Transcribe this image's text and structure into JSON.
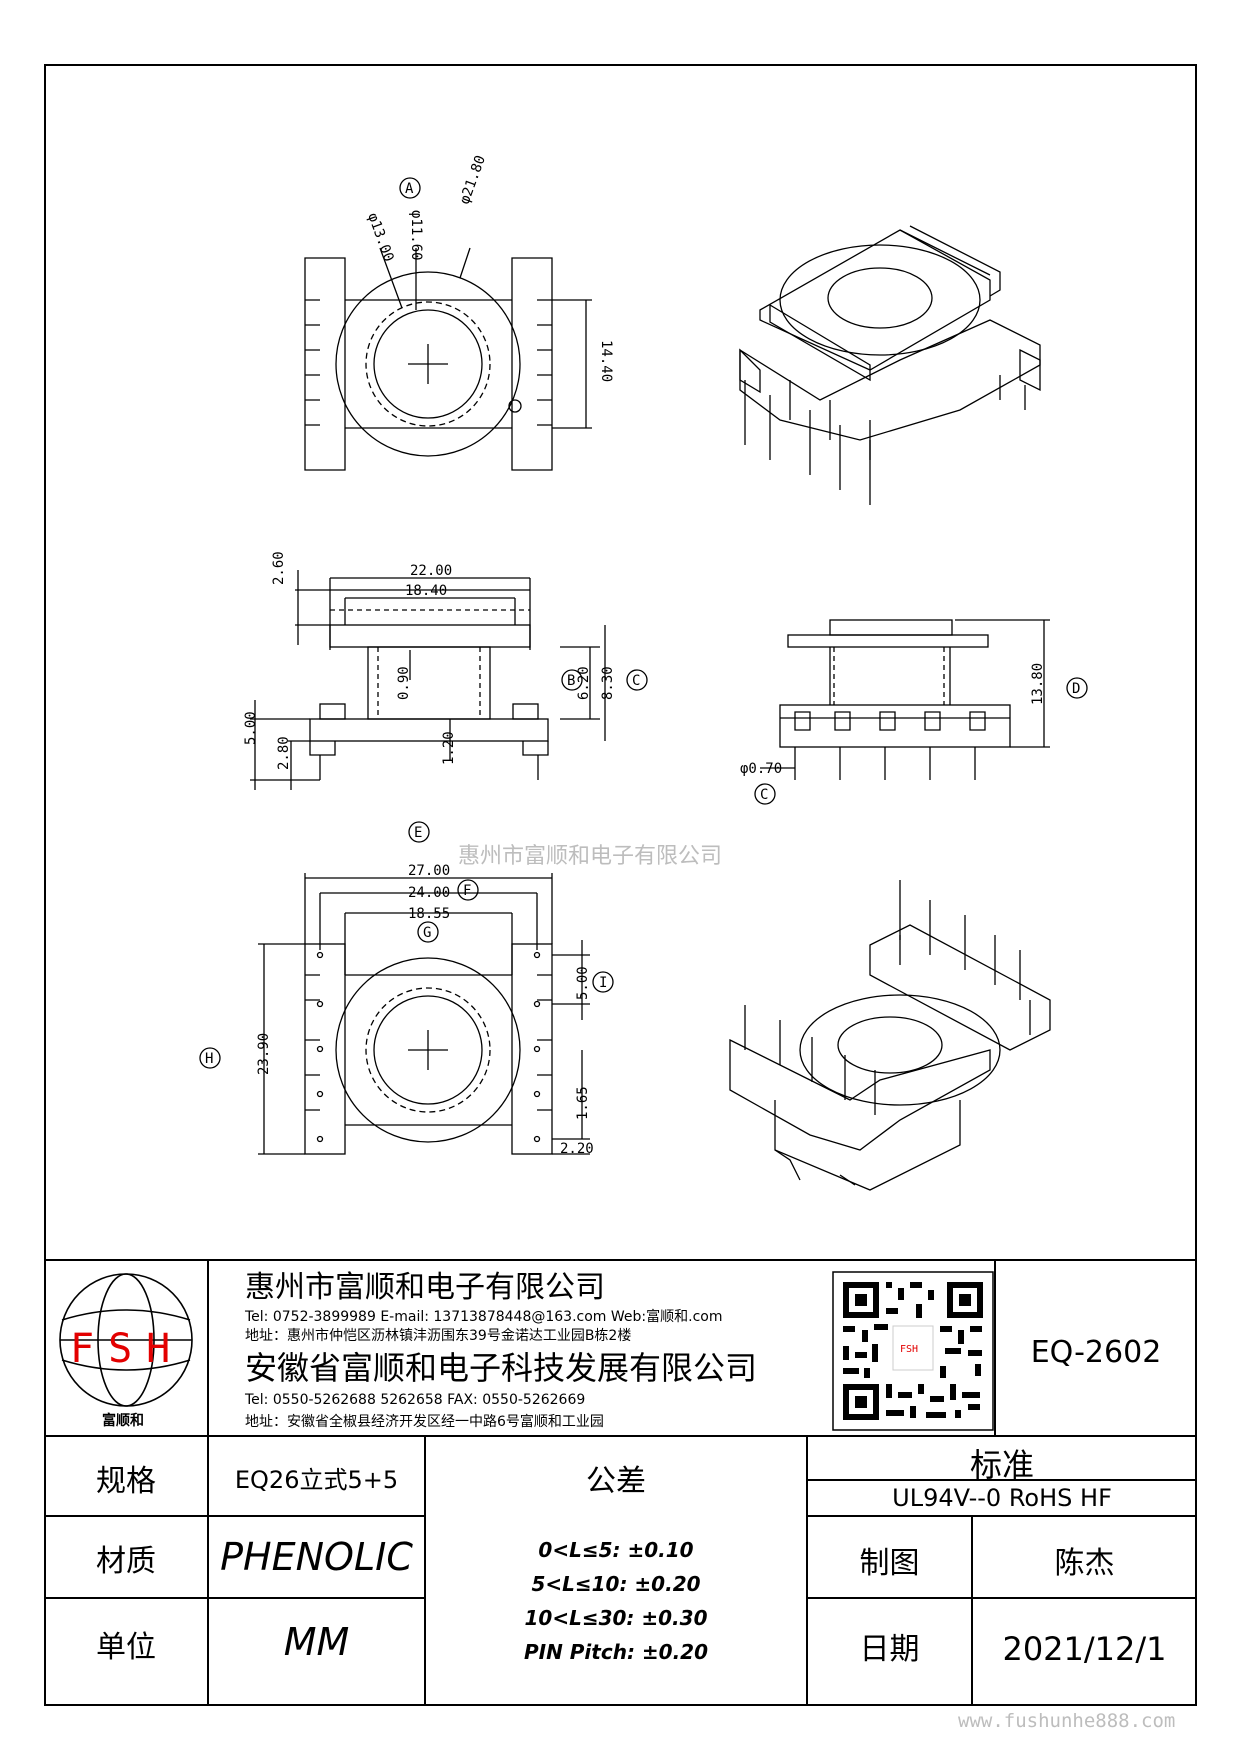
{
  "drawing": {
    "callouts": [
      "A",
      "B",
      "C",
      "C",
      "D",
      "E",
      "F",
      "G",
      "H",
      "I"
    ],
    "dimensions": {
      "top_view": [
        "φ13.00",
        "φ11.60",
        "φ21.80",
        "14.40"
      ],
      "side_view": [
        "22.00",
        "18.40",
        "2.60",
        "0.90",
        "6.20",
        "8.30",
        "5.00",
        "2.80",
        "1.20"
      ],
      "right_side_view": [
        "13.80",
        "φ0.70"
      ],
      "bottom_view": [
        "27.00",
        "24.00",
        "18.55",
        "23.90",
        "5.00",
        "1.65",
        "2.20"
      ]
    },
    "watermark": "惠州市富顺和电子有限公司"
  },
  "title_block": {
    "logo_letters": "FSH",
    "logo_caption": "富顺和",
    "company1": {
      "name": "惠州市富顺和电子有限公司",
      "contact": "Tel:  0752-3899989  E-mail: 13713878448@163.com  Web:富顺和.com",
      "address": "地址：惠州市仲恺区沥林镇沣沥围东39号金诺达工业园B栋2楼"
    },
    "company2": {
      "name": "安徽省富顺和电子科技发展有限公司",
      "contact": "Tel:  0550-5262688  5262658    FAX: 0550-5262669",
      "address": "地址：安徽省全椒县经济开发区经一中路6号富顺和工业园"
    },
    "qr_badge": "FSH",
    "part_number": "EQ-2602",
    "rows": {
      "spec_label": "规格",
      "spec_value": "EQ26立式5+5",
      "material_label": "材质",
      "material_value": "PHENOLIC",
      "unit_label": "单位",
      "unit_value": "MM",
      "tolerance_label": "公差",
      "tolerances": [
        "0<L≤5: ±0.10",
        "5<L≤10: ±0.20",
        "10<L≤30: ±0.30",
        "PIN Pitch: ±0.20"
      ],
      "standard_label": "标准",
      "standard_value": "UL94V--0  RoHS HF",
      "drawn_label": "制图",
      "drawn_value": "陈杰",
      "date_label": "日期",
      "date_value": "2021/12/1"
    }
  },
  "site_watermark": "www.fushunhe888.com"
}
